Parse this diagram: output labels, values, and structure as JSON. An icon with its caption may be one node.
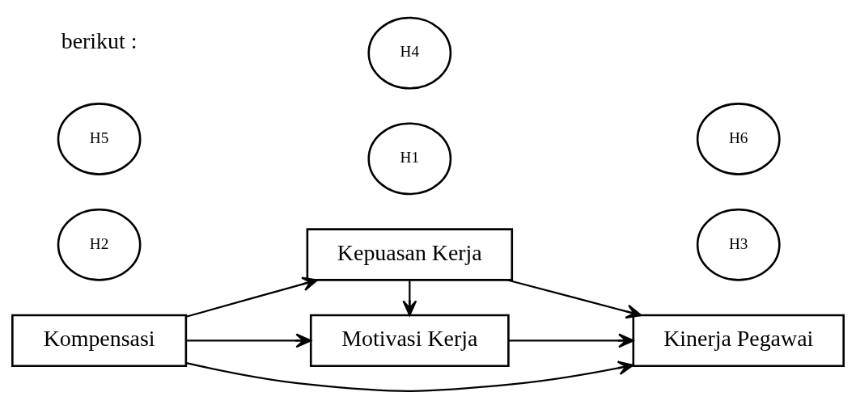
{
  "diagram": {
    "nodes": [
      {
        "text": [
          "Kompensasi"
        ]
      },
      {
        "text": [
          "Kepuasan Kerja"
        ]
      },
      {
        "text": [
          "Motivasi Kerja"
        ]
      },
      {
        "text": [
          "Kinerja Pegawai"
        ]
      },
      {
        "text": [
          "H1"
        ]
      },
      {
        "text": [
          "H2"
        ]
      },
      {
        "text": [
          "H3"
        ]
      },
      {
        "text": [
          "H4"
        ]
      },
      {
        "text": [
          "H5"
        ]
      },
      {
        "text": [
          "H6"
        ]
      }
    ],
    "edges": [
      {
        "from": 0,
        "to": 3,
        "arrow": "to"
      },
      {
        "from": 0,
        "to": 1,
        "arrow": "to"
      },
      {
        "from": 1,
        "to": 3,
        "arrow": "to"
      },
      {
        "from": 1,
        "to": 2,
        "arrow": "to"
      },
      {
        "from": 0,
        "to": 2,
        "arrow": "to"
      },
      {
        "from": 2,
        "to": 3,
        "arrow": "to"
      }
    ],
    "labels": [
      "berikut :"
    ]
  }
}
